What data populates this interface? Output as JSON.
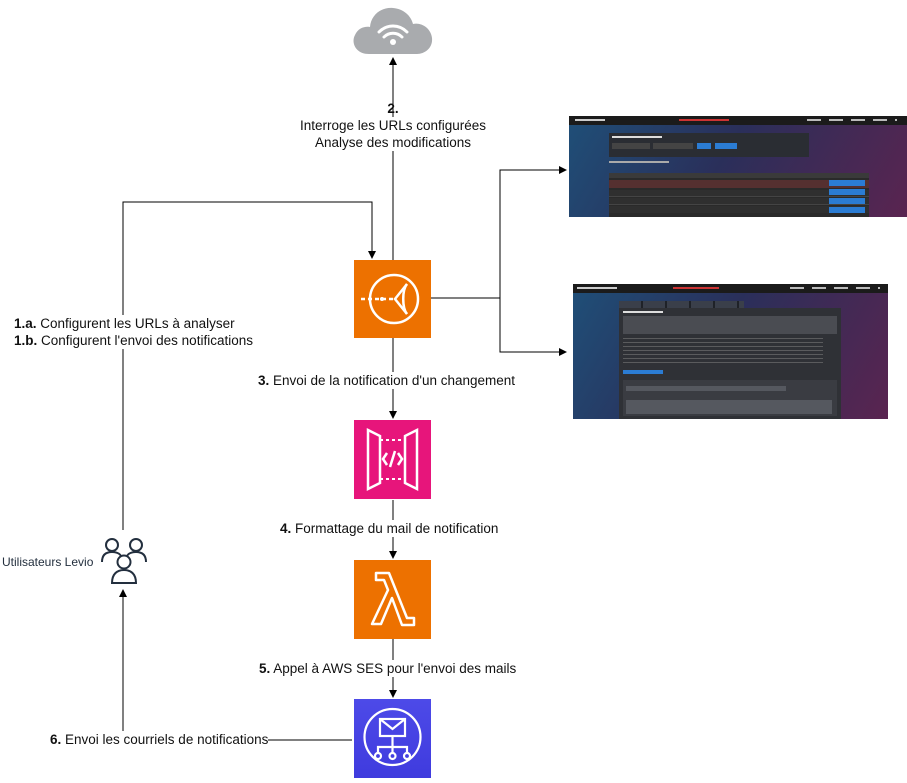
{
  "cloud": {
    "icon": "wifi-cloud-icon"
  },
  "step2": {
    "number": "2.",
    "line1": "Interroge les URLs configurées",
    "line2": "Analyse des modifications"
  },
  "step1": {
    "a_number": "1.a.",
    "a_text": " Configurent les URLs à analyser",
    "b_number": "1.b.",
    "b_text": " Configurent l'envoi des notifications"
  },
  "step3": {
    "number": "3.",
    "text": " Envoi de la notification d'un changement"
  },
  "step4": {
    "number": "4.",
    "text": " Formattage du mail de notification"
  },
  "step5": {
    "number": "5.",
    "text": " Appel à AWS SES pour l'envoi des mails"
  },
  "step6": {
    "number": "6.",
    "text": " Envoi les courriels de notifications"
  },
  "users": {
    "label": "Utilisateurs Levio",
    "icon": "users-group-icon"
  },
  "services": {
    "monitor": {
      "icon": "change-detection-icon",
      "color": "#ED7100"
    },
    "api": {
      "icon": "api-gateway-icon",
      "color": "#E7157B"
    },
    "lambda": {
      "icon": "lambda-icon",
      "color": "#ED7100"
    },
    "ses": {
      "icon": "ses-mail-icon",
      "color": "#3F3BDE"
    }
  }
}
